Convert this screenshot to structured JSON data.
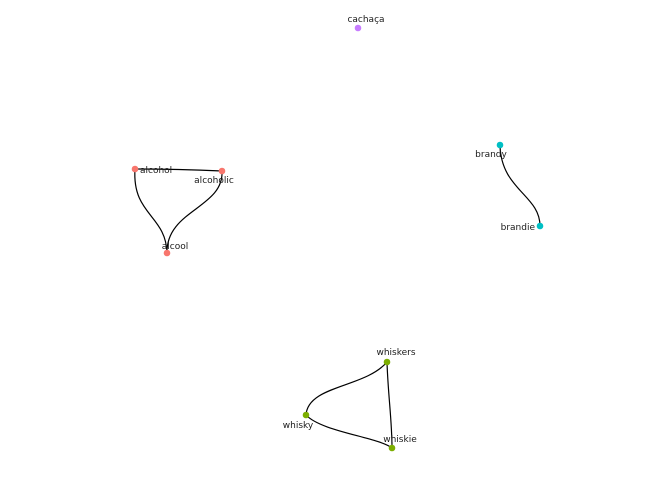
{
  "graph": {
    "type": "network",
    "colors": {
      "group_alcohol": "#F8766D",
      "group_brandy": "#00BFC4",
      "group_cachaca": "#C77CFF",
      "group_whisky": "#7CAE00",
      "edge": "#000000"
    },
    "nodes": [
      {
        "id": "cachaca",
        "label": "cachaça",
        "group": "group_cachaca"
      },
      {
        "id": "alcohol",
        "label": "alcohol",
        "group": "group_alcohol"
      },
      {
        "id": "alcoholic",
        "label": "alcoholic",
        "group": "group_alcohol"
      },
      {
        "id": "alcool",
        "label": "alcool",
        "group": "group_alcohol"
      },
      {
        "id": "brandy",
        "label": "brandy",
        "group": "group_brandy"
      },
      {
        "id": "brandie",
        "label": "brandie",
        "group": "group_brandy"
      },
      {
        "id": "whiskers",
        "label": "whiskers",
        "group": "group_whisky"
      },
      {
        "id": "whisky",
        "label": "whisky",
        "group": "group_whisky"
      },
      {
        "id": "whiskie",
        "label": "whiskie",
        "group": "group_whisky"
      }
    ],
    "edges": [
      {
        "from": "alcohol",
        "to": "alcoholic"
      },
      {
        "from": "alcohol",
        "to": "alcool"
      },
      {
        "from": "alcoholic",
        "to": "alcool"
      },
      {
        "from": "brandy",
        "to": "brandie"
      },
      {
        "from": "whiskers",
        "to": "whisky"
      },
      {
        "from": "whiskers",
        "to": "whiskie"
      },
      {
        "from": "whisky",
        "to": "whiskie"
      }
    ]
  }
}
